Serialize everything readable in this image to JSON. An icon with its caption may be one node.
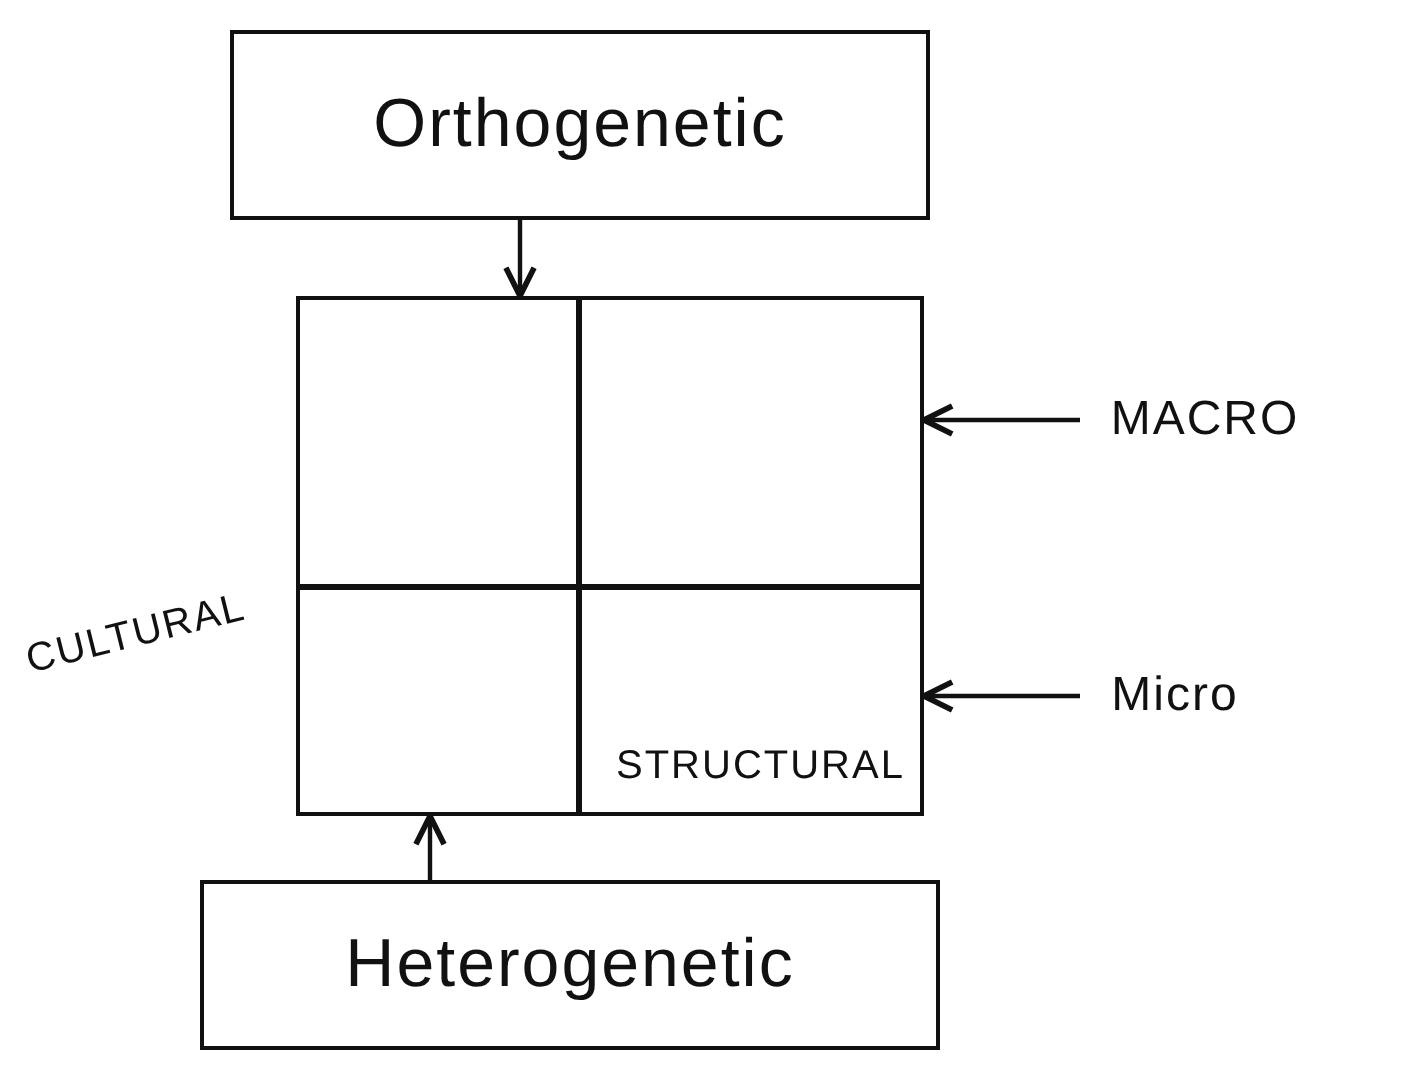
{
  "diagram": {
    "nodes": [
      {
        "text": [
          "Orthogenetic"
        ]
      },
      {
        "text": [],
        "shape": "box"
      },
      {
        "text": [
          "MACRO"
        ]
      },
      {
        "text": [
          "Micro"
        ]
      },
      {
        "text": [
          "Heterogenetic"
        ]
      }
    ],
    "edges": [
      {
        "from": 0,
        "to": 1,
        "arrow": "to"
      },
      {
        "from": 4,
        "to": 1,
        "arrow": "to"
      },
      {
        "from": 2,
        "to": 1,
        "arrow": "to"
      },
      {
        "from": 3,
        "to": 1,
        "arrow": "to"
      }
    ],
    "labels": [
      "CULTURAL",
      "STRUCTURAL"
    ]
  }
}
